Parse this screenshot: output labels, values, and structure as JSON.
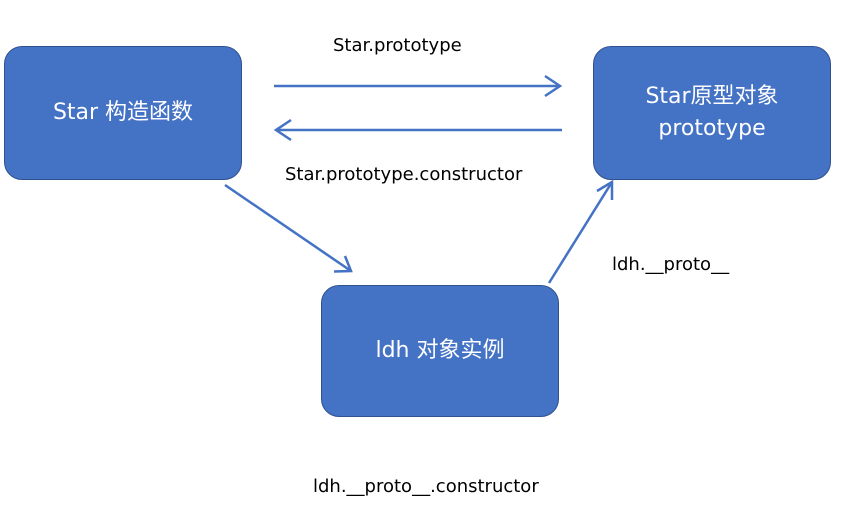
{
  "nodes": {
    "constructor": {
      "line1": "Star 构造函数",
      "line2": ""
    },
    "prototype": {
      "line1": "Star原型对象",
      "line2": "prototype"
    },
    "instance": {
      "line1": "ldh 对象实例",
      "line2": ""
    }
  },
  "edges": {
    "star_prototype": "Star.prototype",
    "prototype_constructor": "Star.prototype.constructor",
    "ldh_proto": "ldh.__proto__",
    "ldh_proto_constructor": "ldh.__proto__.constructor"
  },
  "colors": {
    "node_fill": "#4472c4",
    "node_border": "#2f528f",
    "arrow": "#4472c4",
    "node_text": "#ffffff",
    "label_text": "#000000"
  }
}
